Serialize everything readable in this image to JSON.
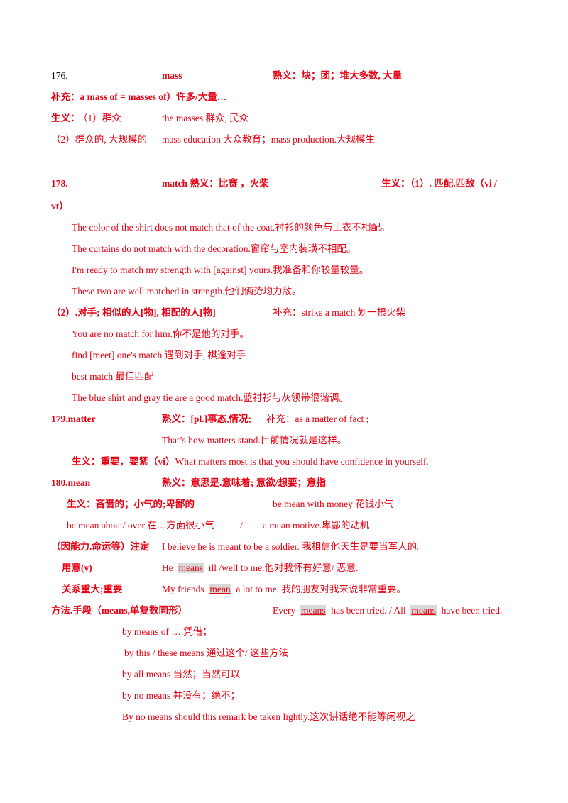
{
  "e176": {
    "num": "176.",
    "word": "mass",
    "familiar": "熟义：块；团；堆大多数, 大量",
    "supplement": "补充：a mass of = masses of）许多/大量…",
    "rare_label": "生义：",
    "rare1_sense": "（1）群众",
    "rare1_example": "the masses 群众, 民众",
    "rare2_sense": "（2）群众的, 大规模的",
    "rare2_example": "mass education 大众教育；mass production.大规模生"
  },
  "e178": {
    "num": "178.",
    "word_familiar": "match  熟义：比赛 ，火柴",
    "rare_head": "生义：（1）. 匹配.匹敌（vi /",
    "rare_head_cont": "vt）",
    "ex1": "The color of the shirt does not match that of the coat.衬衫的颜色与上衣不相配。",
    "ex2": "The curtains do not match with the decoration.窗帘与室内装璜不相配。",
    "ex3": "I'm ready to match my strength with [against] yours.我准备和你较量较量。",
    "ex4": "These two are well matched in strength.他们俩势均力敌。",
    "sense2": "（2）.对手; 相似的人[物], 相配的人[物]",
    "supplement": "补充：strike a match 划一根火柴",
    "ex5": "You are no match for him.你不是他的对手。",
    "ex6": "find [meet] one's match 遇到对手, 棋逢对手",
    "ex7": "best match 最佳匹配",
    "ex8": "The blue shirt and gray tie are a good match.蓝衬衫与灰领带很谐调。"
  },
  "e179": {
    "head": "179.matter",
    "familiar": "熟义：[pl.]事态,情况;",
    "supplement": "补充：as a matter of fact ;",
    "ex1": "That’s how matters stand.目前情况就是这样。",
    "rare_label": "生义：重要，要紧（vi）",
    "rare_example": "What matters most is that you should have confidence in yourself."
  },
  "e180": {
    "head": "180.mean",
    "familiar": "熟义：意思是.意味着; 意欲/想要；意指",
    "rare_label": "生义：吝啬的；小气的;卑鄙的",
    "ex_money": "be mean with money 花钱小气",
    "ex_about": "be mean about/ over 在…方面很小气",
    "slash": "/",
    "ex_motive": "a mean motive.卑鄙的动机",
    "destined": "（因能力.命运等）注定",
    "destined_ex": "I believe he is meant to be a soldier.  我相信他天生是要当军人的。",
    "intend": "用意(v)",
    "intend_he": "He",
    "intend_means": "means",
    "intend_rest": "ill /well to me.他对我怀有好意/ 恶意.",
    "important": "关系重大;重要",
    "important_pre": "My friends",
    "important_mean": "mean",
    "important_rest": "a lot to me.  我的朋友对我来说非常重要。",
    "method": "方法.手段（means,单复数同形）",
    "method_every": "Every",
    "method_means1": "means",
    "method_mid": "has been tried. / All",
    "method_means2": "means",
    "method_end": "have been tried.",
    "by_means_of": "by means of ….凭借；",
    "by_this": "by this / these means  通过这个/  这些方法",
    "by_all": "by all means 当然；当然可以",
    "by_no": "by no means 并没有；绝不；",
    "by_no_ex": "By no means should this remark be taken lightly.这次讲话绝不能等闲视之"
  }
}
